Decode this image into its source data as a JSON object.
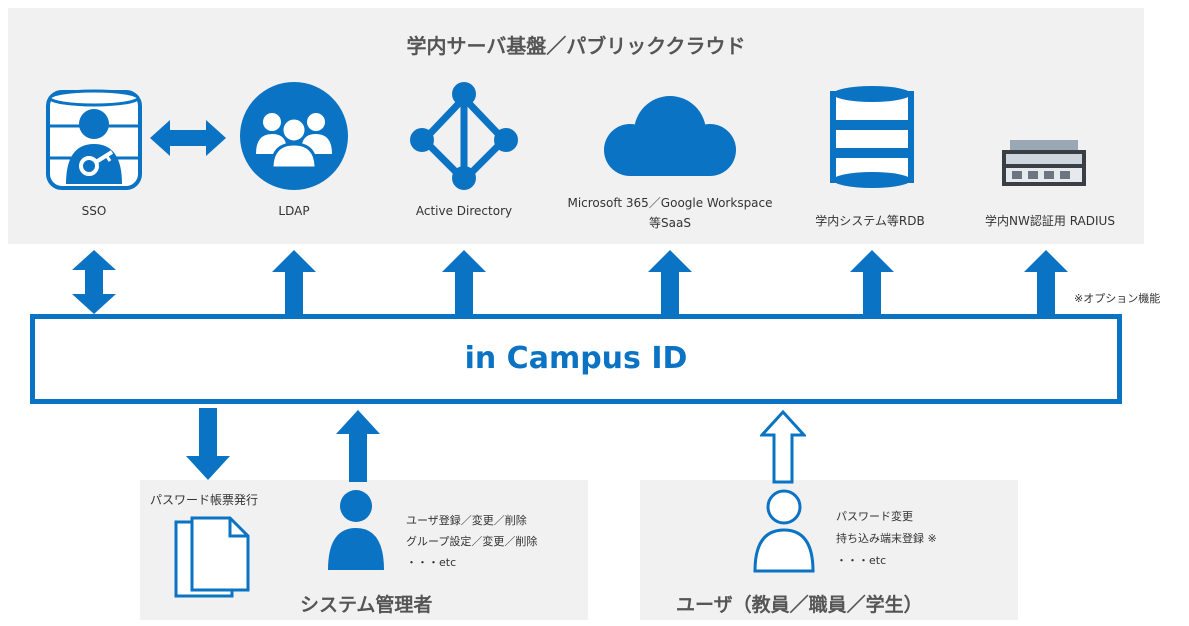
{
  "colors": {
    "blue": "#0a73c4",
    "panel_bg": "#f1f1f1",
    "text": "#333333"
  },
  "top_panel": {
    "title": "学内サーバ基盤／パブリッククラウド",
    "services": [
      {
        "label": "SSO",
        "icon": "sso-database-user-key-icon"
      },
      {
        "label": "LDAP",
        "icon": "user-group-icon"
      },
      {
        "label": "Active Directory",
        "icon": "active-directory-network-icon"
      },
      {
        "label_line1": "Microsoft 365／Google Workspace",
        "label_line2": "等SaaS",
        "icon": "cloud-icon"
      },
      {
        "label": "学内システム等RDB",
        "icon": "database-icon"
      },
      {
        "label": "学内NW認証用 RADIUS",
        "icon": "server-rack-icon"
      }
    ]
  },
  "option_note": "※オプション機能",
  "main_box": {
    "label": "in Campus ID"
  },
  "admin_panel": {
    "title": "システム管理者",
    "report_label": "パスワード帳票発行",
    "actions": [
      "ユーザ登録／変更／削除",
      "グループ設定／変更／削除",
      "・・・etc"
    ]
  },
  "user_panel": {
    "title": "ユーザ（教員／職員／学生）",
    "actions": [
      "パスワード変更",
      "持ち込み端末登録 ※",
      "・・・etc"
    ]
  }
}
